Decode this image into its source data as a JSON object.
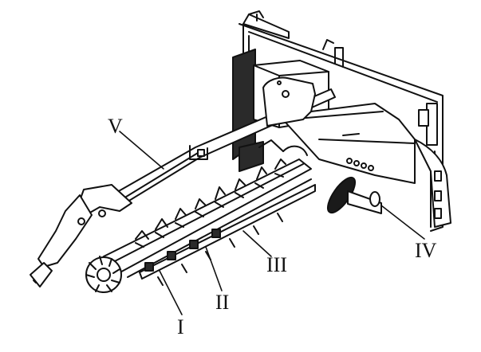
{
  "colors": {
    "ink": "#111111",
    "paper": "#ffffff",
    "shade": "#2a2a2a"
  },
  "callouts": {
    "roman_1": "I",
    "roman_2": "II",
    "roman_3": "III",
    "roman_4": "IV",
    "roman_5": "V"
  }
}
